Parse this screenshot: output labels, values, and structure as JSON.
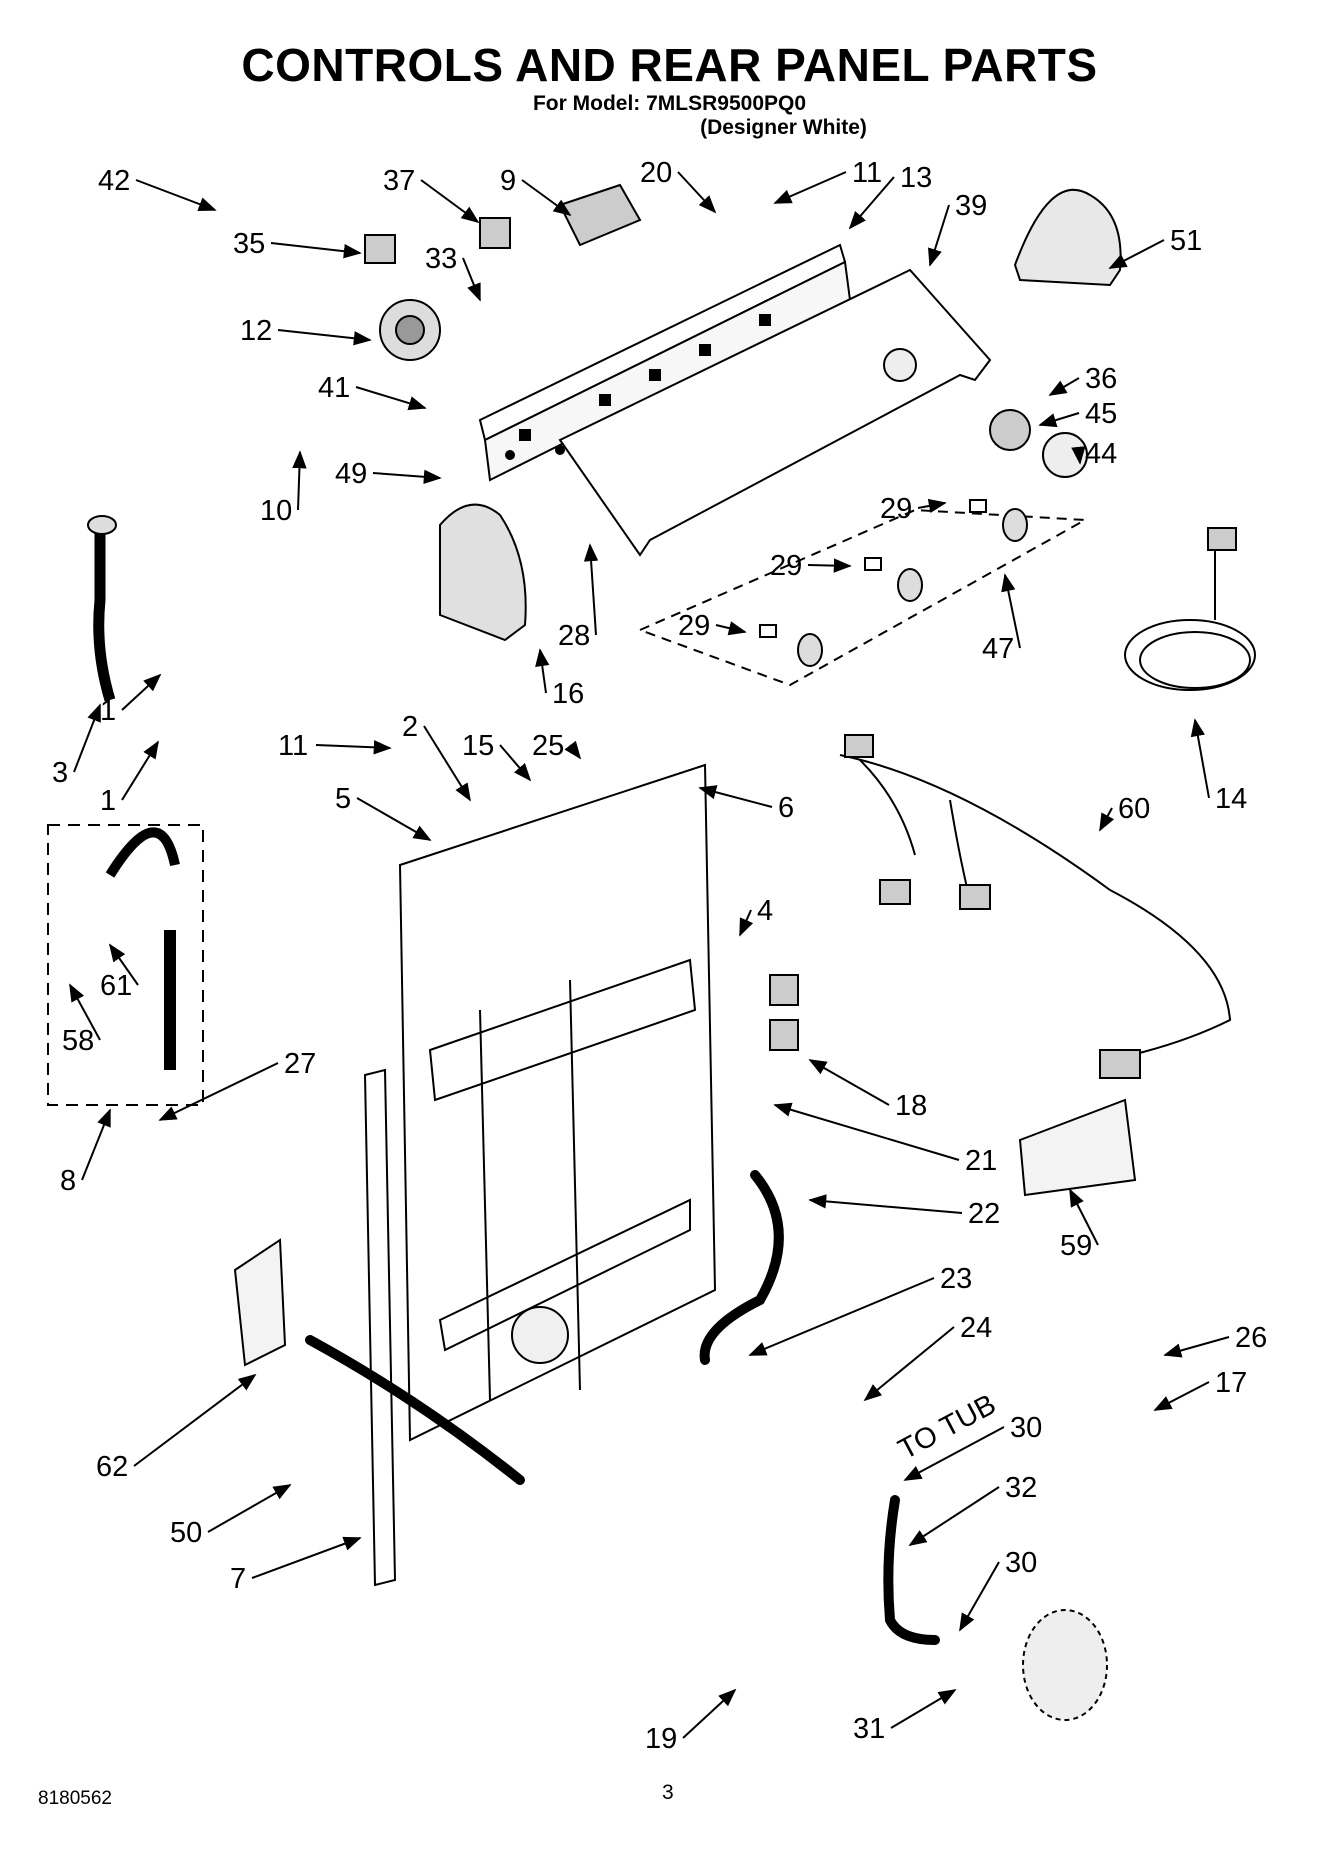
{
  "header": {
    "title": "CONTROLS AND REAR PANEL PARTS",
    "model_line": "For Model: 7MLSR9500PQ0",
    "variant_line": "(Designer White)"
  },
  "callouts": [
    "42",
    "37",
    "9",
    "20",
    "11",
    "13",
    "39",
    "51",
    "35",
    "33",
    "12",
    "36",
    "45",
    "44",
    "41",
    "49",
    "10",
    "29",
    "29",
    "29",
    "28",
    "16",
    "47",
    "14",
    "3",
    "1",
    "11",
    "2",
    "15",
    "25",
    "6",
    "60",
    "5",
    "4",
    "61",
    "58",
    "18",
    "27",
    "21",
    "22",
    "8",
    "59",
    "23",
    "24",
    "26",
    "17",
    "62",
    "30",
    "32",
    "30",
    "50",
    "7",
    "19",
    "31",
    "1"
  ],
  "tub_label": "TO TUB",
  "footer": {
    "doc_number": "8180562",
    "page_number": "3"
  }
}
